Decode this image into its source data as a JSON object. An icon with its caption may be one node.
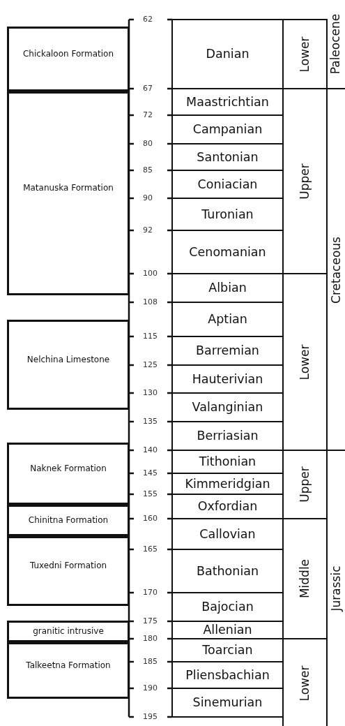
{
  "diagram": {
    "nodes": [
      {
        "text": [
          "Chickaloon Formation"
        ]
      },
      {
        "text": [
          "Matanuska Formation"
        ]
      },
      {
        "text": [
          "Nelchina Limestone"
        ]
      },
      {
        "text": [
          "Naknek Formation"
        ]
      },
      {
        "text": [
          "Chinitna Formation"
        ]
      },
      {
        "text": [
          "Tuxedni Formation"
        ]
      },
      {
        "text": [
          "granitic intrusive"
        ]
      },
      {
        "text": [
          "Talkeetna Formation"
        ]
      },
      {
        "text": [
          "Danian"
        ]
      },
      {
        "text": [
          "Maastrichtian"
        ]
      },
      {
        "text": [
          "Campanian"
        ]
      },
      {
        "text": [
          "Santonian"
        ]
      },
      {
        "text": [
          "Coniacian"
        ]
      },
      {
        "text": [
          "Turonian"
        ]
      },
      {
        "text": [
          "Cenomanian"
        ]
      },
      {
        "text": [
          "Albian"
        ]
      },
      {
        "text": [
          "Aptian"
        ]
      },
      {
        "text": [
          "Barremian"
        ]
      },
      {
        "text": [
          "Hauterivian"
        ]
      },
      {
        "text": [
          "Valanginian"
        ]
      },
      {
        "text": [
          "Berriasian"
        ]
      },
      {
        "text": [
          "Tithonian"
        ]
      },
      {
        "text": [
          "Kimmeridgian"
        ]
      },
      {
        "text": [
          "Oxfordian"
        ]
      },
      {
        "text": [
          "Callovian"
        ]
      },
      {
        "text": [
          "Bathonian"
        ]
      },
      {
        "text": [
          "Bajocian"
        ]
      },
      {
        "text": [
          "Allenian"
        ]
      },
      {
        "text": [
          "Toarcian"
        ]
      },
      {
        "text": [
          "Pliensbachian"
        ]
      },
      {
        "text": [
          "Sinemurian"
        ]
      },
      {
        "text": [
          "Lower"
        ]
      },
      {
        "text": [
          "Upper"
        ]
      },
      {
        "text": [
          "Lower"
        ]
      },
      {
        "text": [
          "Upper"
        ]
      },
      {
        "text": [
          "Middle"
        ]
      },
      {
        "text": [
          "Lower"
        ]
      },
      {
        "text": [
          "Paleocene"
        ]
      },
      {
        "text": [
          "Cretaceous"
        ]
      },
      {
        "text": [
          "Jurassic"
        ]
      }
    ],
    "labels": [
      "62",
      "67",
      "72",
      "80",
      "85",
      "90",
      "92",
      "100",
      "108",
      "115",
      "125",
      "130",
      "135",
      "140",
      "145",
      "155",
      "160",
      "165",
      "170",
      "175",
      "180",
      "185",
      "190",
      "195"
    ]
  }
}
